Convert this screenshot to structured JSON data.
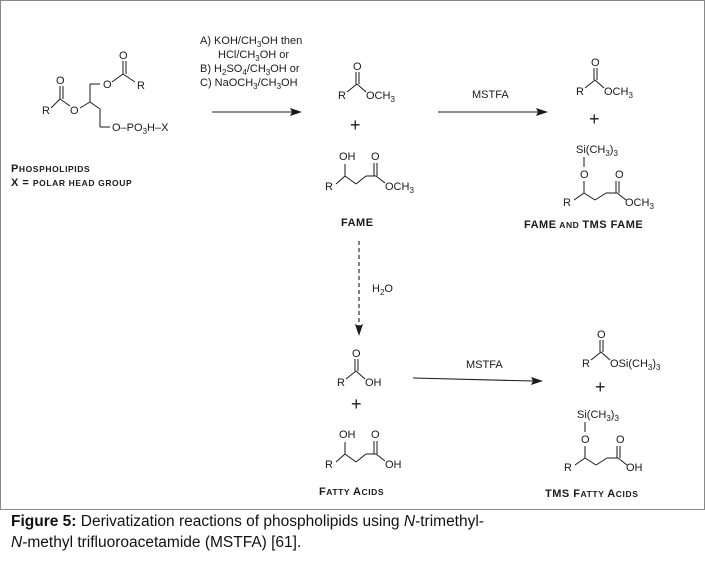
{
  "figure": {
    "conditions": {
      "step_a_1": "A)  KOH/CH",
      "step_a_1_sub": "3",
      "step_a_1_tail": "OH then",
      "step_a_2": "HCl/CH",
      "step_a_2_sub": "3",
      "step_a_2_tail": "OH or",
      "step_b": "B)  H",
      "step_b_sub1": "2",
      "step_b_mid": "SO",
      "step_b_sub2": "4",
      "step_b_mid2": "/CH",
      "step_b_sub3": "3",
      "step_b_tail": "OH or",
      "step_c": "C)  NaOCH",
      "step_c_sub1": "3",
      "step_c_mid": "/CH",
      "step_c_sub2": "3",
      "step_c_tail": "OH",
      "mstfa_top": "MSTFA",
      "mstfa_bottom": "MSTFA",
      "water": "H",
      "water_sub": "2",
      "water_tail": "O"
    },
    "labels": {
      "phospholipids_cap": "P",
      "phospholipids_rest": "HOSPHOLIPIDS",
      "x_line_x": "X",
      "x_line_eq": " = ",
      "x_line_cap1": "P",
      "x_line_rest1": "OLAR ",
      "x_line_cap2": "H",
      "x_line_rest2": "EAD ",
      "x_line_cap3": "G",
      "x_line_rest3": "ROUP",
      "fame": "FAME",
      "fame_tms_1": "FAME",
      "fame_tms_and": " AND ",
      "fame_tms_2": "TMS FAME",
      "fatty_cap1": "F",
      "fatty_rest1": "ATTY ",
      "fatty_cap2": "A",
      "fatty_rest2": "CIDS",
      "tms_fatty_1": "TMS ",
      "tms_fatty_cap1": "F",
      "tms_fatty_rest1": "ATTY ",
      "tms_fatty_cap2": "A",
      "tms_fatty_rest2": "CIDS",
      "plus": "+"
    },
    "atoms": {
      "R": "R",
      "O": "O",
      "OH": "OH",
      "OCH": "OCH",
      "three": "3",
      "phosphate_head": "O–PO",
      "phosphate_tail": "H–X",
      "si": "Si(CH",
      "si_tail": ")",
      "osi": "OSi(CH",
      "osi_tail": ")"
    }
  },
  "caption": {
    "label": "Figure 5:",
    "text_1": " Derivatization reactions of phospholipids using ",
    "italic_1": "N",
    "text_2": "-trimethyl-",
    "italic_2": "N",
    "text_3": "-methyl trifluoroacetamide (MSTFA) [61]."
  }
}
